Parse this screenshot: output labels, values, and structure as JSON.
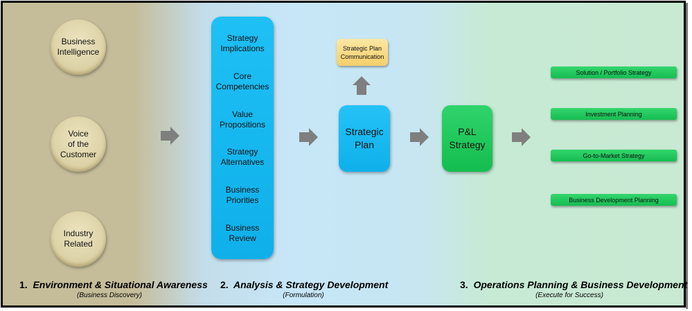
{
  "phase1": {
    "circles": [
      "Business\nIntelligence",
      "Voice\nof the\nCustomer",
      "Industry\nRelated"
    ],
    "number": "1.",
    "title": "Environment & Situational Awareness",
    "subtitle": "(Business Discovery)"
  },
  "phase2": {
    "analysis_items": [
      "Strategy\nImplications",
      "Core\nCompetencies",
      "Value\nPropositions",
      "Strategy\nAlternatives",
      "Business\nPriorities",
      "Business\nReview"
    ],
    "strategic_plan": "Strategic\nPlan",
    "communication": "Strategic Plan\nCommunication",
    "number": "2.",
    "title": "Analysis & Strategy Development",
    "subtitle": "(Formulation)"
  },
  "phase3": {
    "pl_strategy": "P&L\nStrategy",
    "outputs": [
      "Solution / Portfolio Strategy",
      "Investment Planning",
      "Go-to-Market Strategy",
      "Business Development Planning"
    ],
    "number": "3.",
    "title": "Operations Planning & Business Development",
    "subtitle": "(Execute for Success)"
  },
  "colors": {
    "phase1_bg": "#c5bd9a",
    "phase2_bg": "#c7e6f7",
    "phase3_bg": "#c8e9d2",
    "blue_box": "#13b5ee",
    "green_box": "#1cc458",
    "yellow_box": "#f7d77c",
    "arrow": "#7f7f7f"
  }
}
